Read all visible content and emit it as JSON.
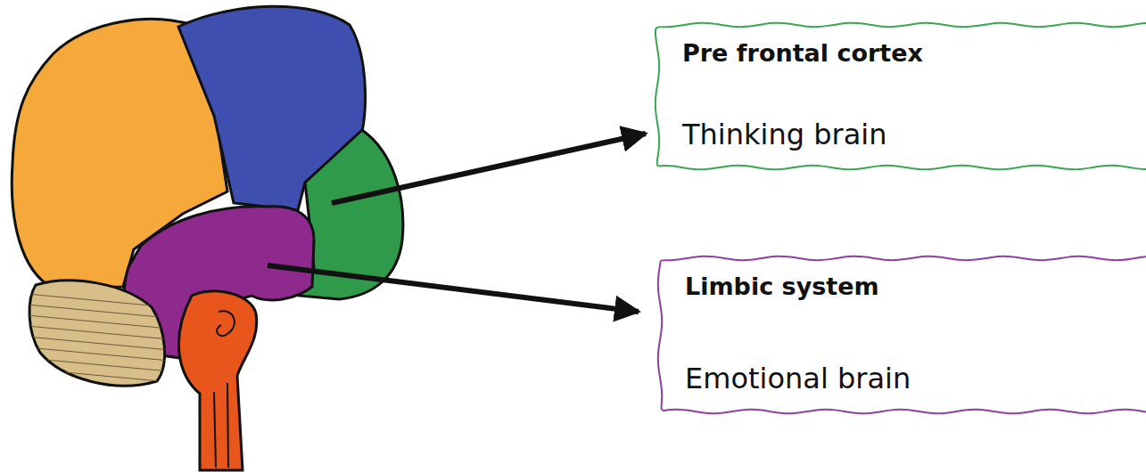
{
  "diagram": {
    "nodes": [
      {
        "text": [
          "Pre frontal cortex",
          "Thinking brain"
        ]
      },
      {
        "text": [
          "Limbic system",
          "Emotional brain"
        ]
      }
    ]
  }
}
